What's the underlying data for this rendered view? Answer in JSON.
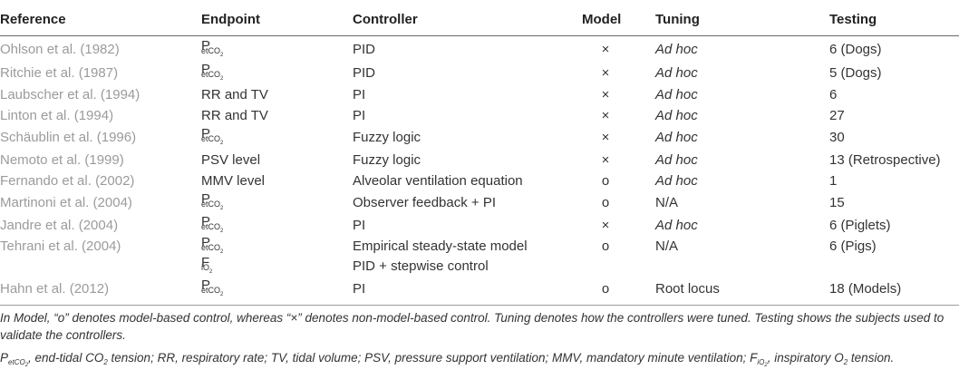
{
  "header": {
    "reference": "Reference",
    "endpoint": "Endpoint",
    "controller": "Controller",
    "model": "Model",
    "tuning": "Tuning",
    "testing": "Testing"
  },
  "rows": [
    {
      "reference": "Ohlson et al. (1982)",
      "endpoint_main": "P",
      "endpoint_sub": "etCO",
      "endpoint_sub2": "2",
      "controller": "PID",
      "model": "×",
      "tuning": "Ad hoc",
      "testing": "6 (Dogs)"
    },
    {
      "reference": "Ritchie et al. (1987)",
      "endpoint_main": "P",
      "endpoint_sub": "etCO",
      "endpoint_sub2": "2",
      "controller": "PID",
      "model": "×",
      "tuning": "Ad hoc",
      "testing": "5 (Dogs)"
    },
    {
      "reference": "Laubscher et al. (1994)",
      "endpoint_text": "RR and TV",
      "controller": "PI",
      "model": "×",
      "tuning": "Ad hoc",
      "testing": "6"
    },
    {
      "reference": "Linton et al. (1994)",
      "endpoint_text": "RR and TV",
      "controller": "PI",
      "model": "×",
      "tuning": "Ad hoc",
      "testing": "27"
    },
    {
      "reference": "Schäublin et al. (1996)",
      "endpoint_main": "P",
      "endpoint_sub": "etCO",
      "endpoint_sub2": "2",
      "controller": "Fuzzy logic",
      "model": "×",
      "tuning": "Ad hoc",
      "testing": "30"
    },
    {
      "reference": "Nemoto et al. (1999)",
      "endpoint_text": "PSV level",
      "controller": "Fuzzy logic",
      "model": "×",
      "tuning": "Ad hoc",
      "testing": "13 (Retrospective)"
    },
    {
      "reference": "Fernando et al. (2002)",
      "endpoint_text": "MMV level",
      "controller": "Alveolar ventilation equation",
      "model": "o",
      "tuning": "Ad hoc",
      "testing": "1"
    },
    {
      "reference": "Martinoni et al. (2004)",
      "endpoint_main": "P",
      "endpoint_sub": "etCO",
      "endpoint_sub2": "2",
      "controller": "Observer feedback + PI",
      "model": "o",
      "tuning": "N/A",
      "testing": "15"
    },
    {
      "reference": "Jandre et al. (2004)",
      "endpoint_main": "P",
      "endpoint_sub": "etCO",
      "endpoint_sub2": "2",
      "controller": "PI",
      "model": "×",
      "tuning": "Ad hoc",
      "testing": "6 (Piglets)"
    },
    {
      "reference": "Tehrani et al. (2004)",
      "endpoint_main": "P",
      "endpoint_sub": "etCO",
      "endpoint_sub2": "2",
      "controller": "Empirical steady-state model",
      "model": "o",
      "tuning": "N/A",
      "testing": "6 (Pigs)"
    },
    {
      "reference": "",
      "endpoint_main": "F",
      "endpoint_sub": "iO",
      "endpoint_sub2": "2",
      "controller": "PID + stepwise control",
      "model": "",
      "tuning": "",
      "testing": ""
    },
    {
      "reference": "Hahn et al. (2012)",
      "endpoint_main": "P",
      "endpoint_sub": "etCO",
      "endpoint_sub2": "2",
      "controller": "PI",
      "model": "o",
      "tuning": "Root locus",
      "testing": "18 (Models)"
    }
  ],
  "notes": {
    "line1": "In Model, “o” denotes model-based control, whereas “×” denotes non-model-based control. Tuning denotes how the controllers were tuned. Testing shows the subjects used to",
    "line2": "validate the controllers.",
    "abbrev": {
      "p": "P",
      "p_sub": "etCO",
      "p_sub2": "2",
      "p_text": ", end-tidal CO",
      "p_text_sub": "2",
      "mid": " tension; RR, respiratory rate; TV, tidal volume; PSV, pressure support ventilation; MMV, mandatory minute ventilation; ",
      "f": "F",
      "f_sub": "iO",
      "f_sub2": "2",
      "f_text": ", inspiratory O",
      "f_text_sub": "2",
      "end": " tension."
    }
  }
}
